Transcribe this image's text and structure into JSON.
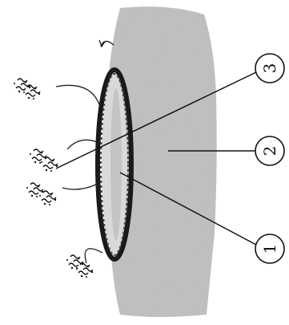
{
  "callouts": [
    {
      "id": "1",
      "label": "1"
    },
    {
      "id": "2",
      "label": "2"
    },
    {
      "id": "3",
      "label": "3"
    }
  ],
  "colors": {
    "tissue": "#bdbdbd",
    "lumen": "#d9d9d9",
    "ring": "#1a1a1a",
    "ink": "#111111"
  }
}
